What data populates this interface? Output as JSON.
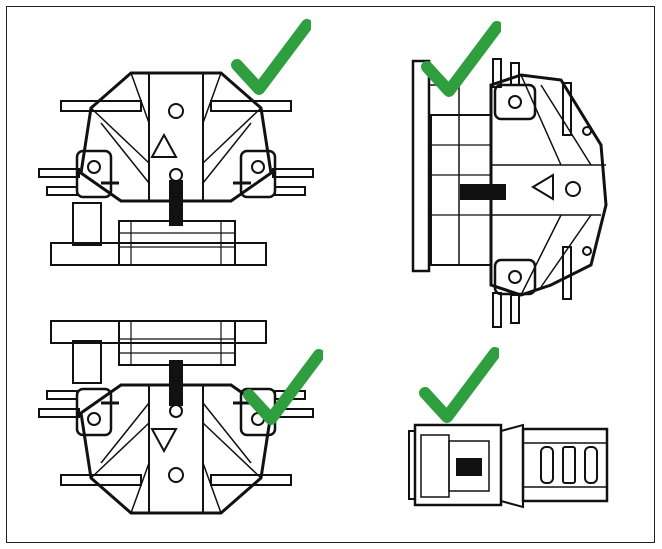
{
  "figure": {
    "panels": [
      {
        "id": "top-left",
        "orientation": "front-upright",
        "status": "correct"
      },
      {
        "id": "top-right",
        "orientation": "rotated-90",
        "status": "correct"
      },
      {
        "id": "bottom-left",
        "orientation": "front-inverted",
        "status": "correct"
      },
      {
        "id": "bottom-right",
        "orientation": "side-horizontal",
        "status": "correct"
      }
    ],
    "warning_symbol": "⚡",
    "check_icon": "check-mark-icon",
    "colors": {
      "check": "#2e9e3e",
      "line": "#111111",
      "background": "#ffffff",
      "border": "#222222"
    }
  }
}
